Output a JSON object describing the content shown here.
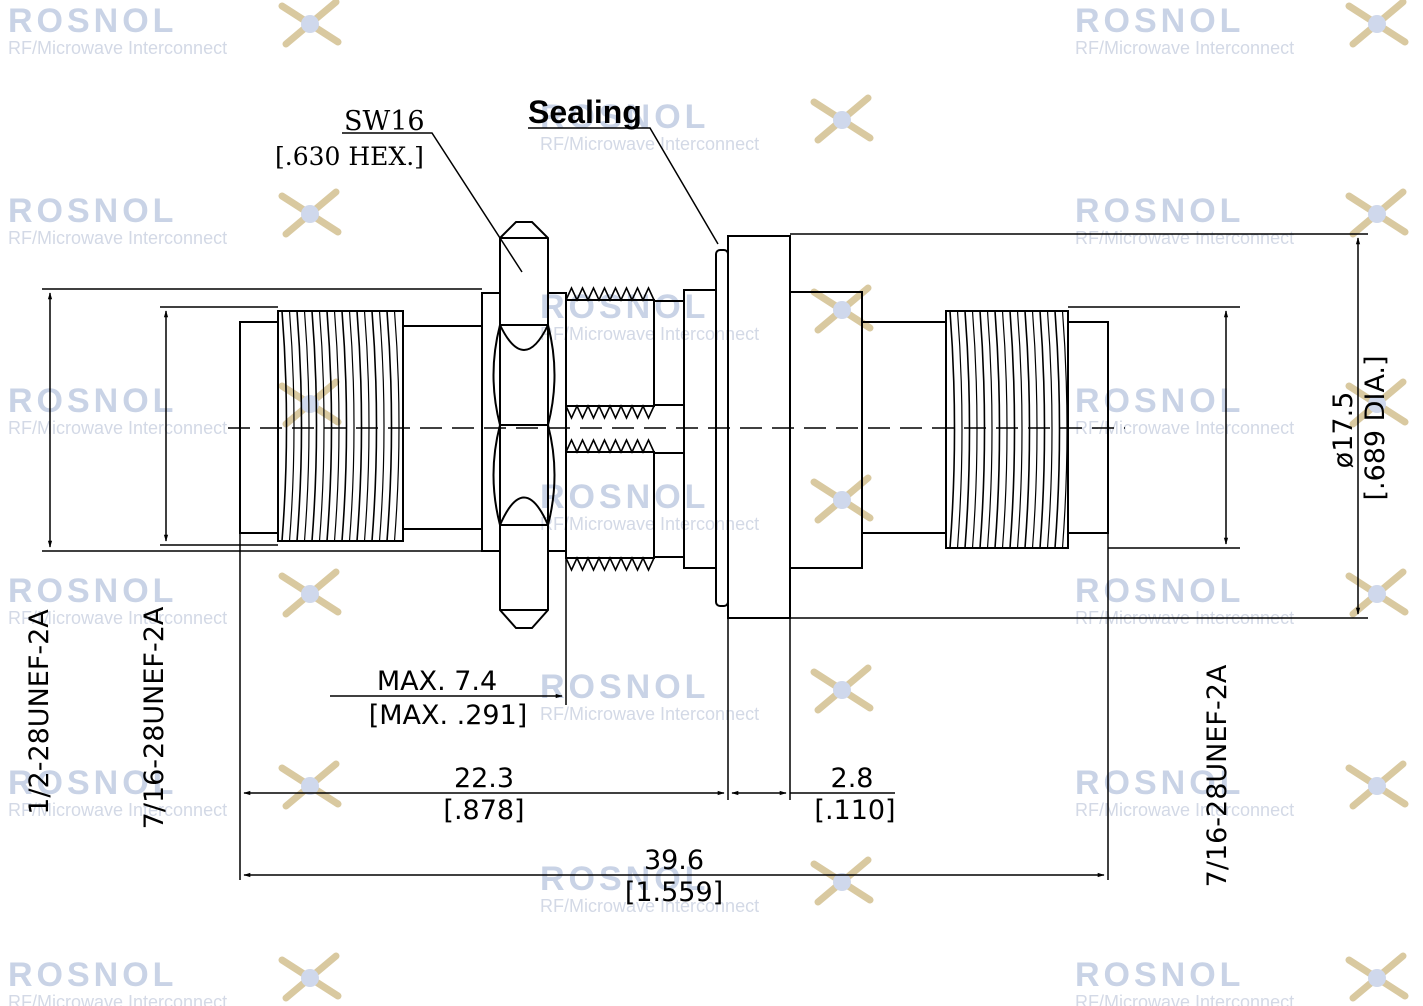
{
  "watermark": {
    "brand": "ROSNOL",
    "tagline": "RF/Microwave Interconnect",
    "brand_color": "#c9d3e6",
    "tagline_color": "#d3d9e6"
  },
  "labels": {
    "hex_size": "SW16",
    "hex_size_inch": "[.630 HEX.]",
    "sealing": "Sealing"
  },
  "dimensions": {
    "max_len": "MAX. 7.4",
    "max_len_inch": "[MAX. .291]",
    "body_len": "22.3",
    "body_len_inch": "[.878]",
    "flange_len": "2.8",
    "flange_len_inch": "[.110]",
    "overall_len": "39.6",
    "overall_len_inch": "[1.559]",
    "flange_dia": "ø17.5",
    "flange_dia_inch": "[.689 DIA.]"
  },
  "threads": {
    "left_outer": "1/2-28UNEF-2A",
    "left_inner": "7/16-28UNEF-2A",
    "right": "7/16-28UNEF-2A"
  },
  "colors": {
    "line": "#000000"
  }
}
